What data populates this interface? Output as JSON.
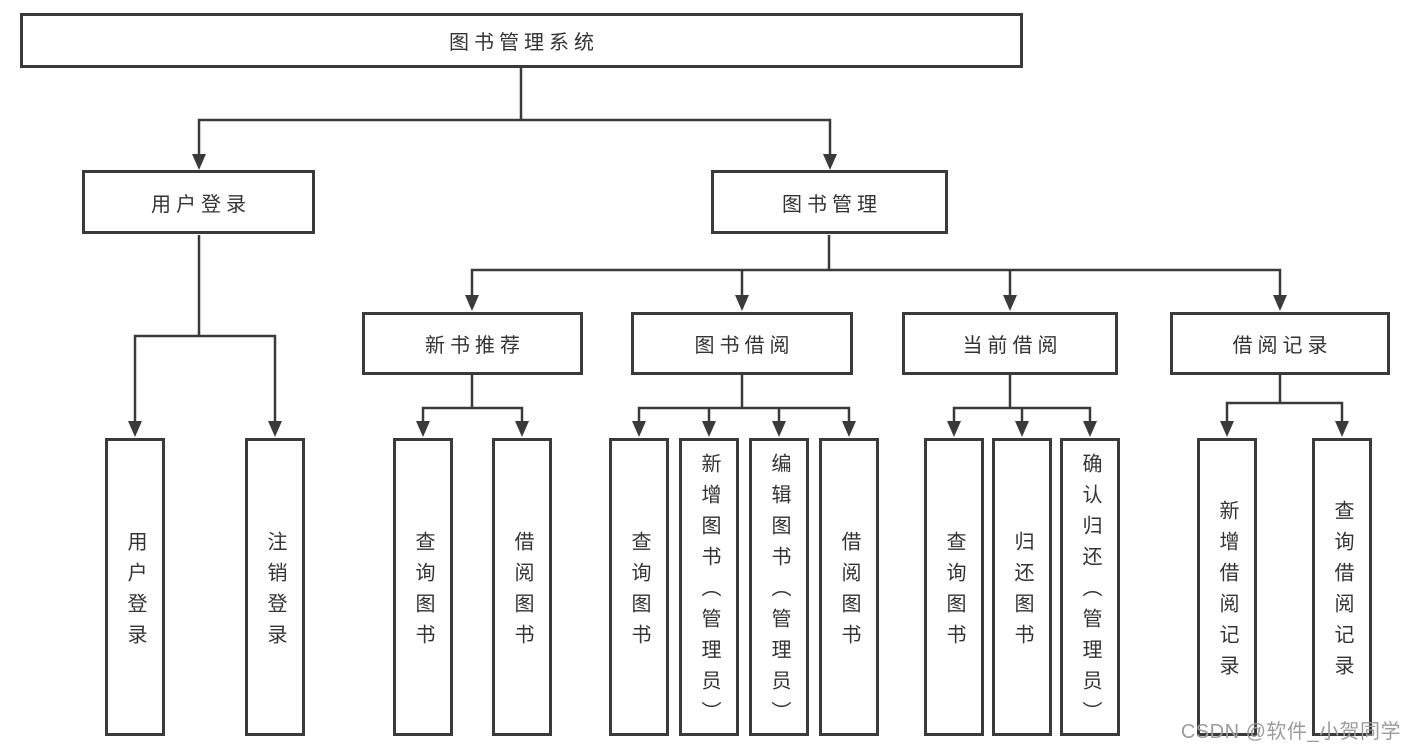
{
  "diagram": {
    "root": {
      "label": "图书管理系统"
    },
    "branches": [
      {
        "label": "用户登录",
        "children": [
          {
            "label": "用户登录"
          },
          {
            "label": "注销登录"
          }
        ]
      },
      {
        "label": "图书管理",
        "children": [
          {
            "label": "新书推荐",
            "children": [
              {
                "label": "查询图书"
              },
              {
                "label": "借阅图书"
              }
            ]
          },
          {
            "label": "图书借阅",
            "children": [
              {
                "label": "查询图书"
              },
              {
                "label": "新增图书（管理员）"
              },
              {
                "label": "编辑图书（管理员）"
              },
              {
                "label": "借阅图书"
              }
            ]
          },
          {
            "label": "当前借阅",
            "children": [
              {
                "label": "查询图书"
              },
              {
                "label": "归还图书"
              },
              {
                "label": "确认归还（管理员）"
              }
            ]
          },
          {
            "label": "借阅记录",
            "children": [
              {
                "label": "新增借阅记录"
              },
              {
                "label": "查询借阅记录"
              }
            ]
          }
        ]
      }
    ]
  },
  "watermark": {
    "text": "CSDN @软件_小贺同学"
  },
  "colors": {
    "line": "#3a3a3a",
    "box_border": "#3a3a3a",
    "text": "#333333",
    "watermark": "#9c9c9c",
    "background": "#ffffff"
  }
}
